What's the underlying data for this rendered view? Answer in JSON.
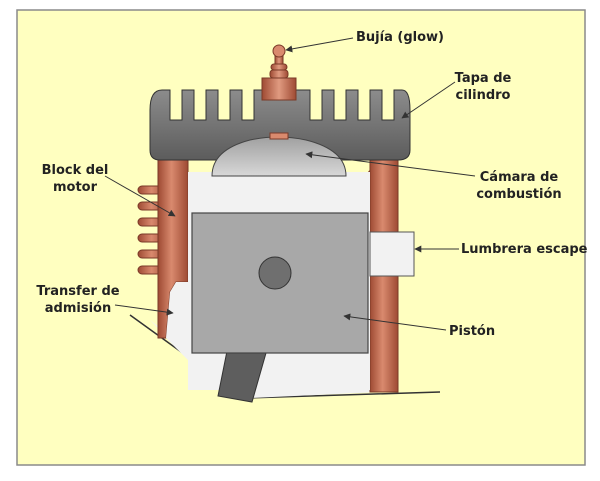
{
  "labels": {
    "bujia": "Bujía (glow)",
    "tapa_line1": "Tapa de",
    "tapa_line2": "cilindro",
    "block_line1": "Block del",
    "block_line2": "motor",
    "camara_line1": "Cámara de",
    "camara_line2": "combustión",
    "lumbrera": "Lumbrera escape",
    "transfer_line1": "Transfer de",
    "transfer_line2": "admisión",
    "piston": "Pistón"
  },
  "colors": {
    "background": "#FFFFC0",
    "head": "#6F6F6F",
    "block": "#C46A4F",
    "cylinder_bore": "#F2F2F2",
    "piston": "#A8A8A8",
    "rod": "#5E5E5E",
    "frame": "#8A8A8A"
  }
}
